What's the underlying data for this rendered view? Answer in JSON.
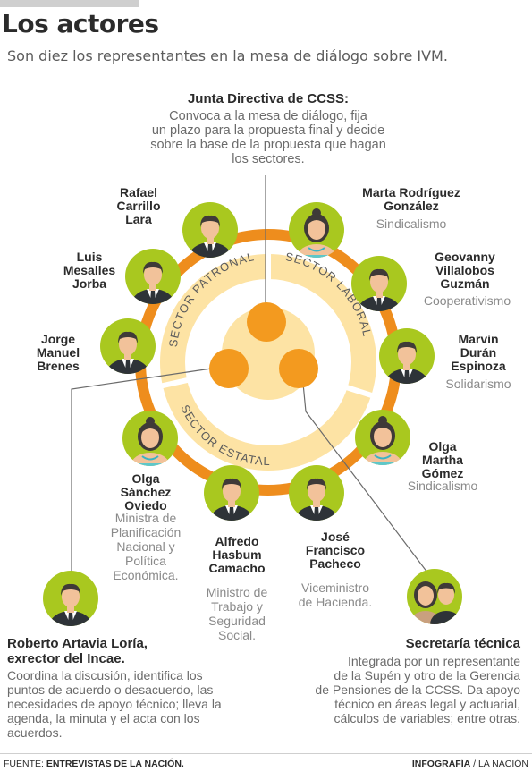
{
  "title": "Los actores",
  "subtitle": "Son diez los representantes en la mesa de diálogo sobre IVM.",
  "colors": {
    "ring_dark": "#ee8d1d",
    "ring_light": "#fde3a4",
    "circle_orange": "#f39a1f",
    "avatar_bg": "#a9c81f",
    "suit": "#2e3338",
    "skin": "#f2c29a",
    "hair": "#3f3a38"
  },
  "junta": {
    "title": "Junta Directiva de CCSS:",
    "text": "Convoca a la mesa de diálogo, fija\nun plazo para la propuesta final y decide\nsobre la base de la propuesta que hagan\nlos sectores."
  },
  "sectors": {
    "patronal": "SECTOR PATRONAL",
    "laboral": "SECTOR LABORAL",
    "estatal": "SECTOR ESTATAL"
  },
  "people": {
    "rafael": {
      "name": "Rafael\nCarrillo\nLara"
    },
    "luis": {
      "name": "Luis\nMesalles\nJorba"
    },
    "jorge": {
      "name": "Jorge\nManuel\nBrenes"
    },
    "marta": {
      "name": "Marta Rodríguez\nGonzález",
      "role": "Sindicalismo"
    },
    "geovanny": {
      "name": "Geovanny\nVillalobos\nGuzmán",
      "role": "Cooperativismo"
    },
    "marvin": {
      "name": "Marvin\nDurán\nEspinoza",
      "role": "Solidarismo"
    },
    "olgam": {
      "name": "Olga\nMartha\nGómez",
      "role": "Sindicalismo"
    },
    "olgas": {
      "name": "Olga\nSánchez\nOviedo",
      "role": "Ministra de\nPlanificación\nNacional y\nPolítica\nEconómica."
    },
    "alfredo": {
      "name": "Alfredo\nHasbum\nCamacho",
      "role": "Ministro de\nTrabajo y\nSeguridad\nSocial."
    },
    "jose": {
      "name": "José\nFrancisco\nPacheco",
      "role": "Viceministro\nde Hacienda."
    }
  },
  "roberto": {
    "title": "Roberto Artavia Loría,\nexrector del Incae.",
    "text": "Coordina la discusión, identifica los\npuntos de acuerdo o desacuerdo, las\nnecesidades de apoyo técnico; lleva la\nagenda, la minuta y el acta con los\nacuerdos."
  },
  "secretaria": {
    "title": "Secretaría técnica",
    "text": "Integrada por un representante\nde la Supén y otro de la Gerencia\nde Pensiones de la CCSS.  Da apoyo\ntécnico en áreas  legal y actuarial,\ncálculos de variables; entre otras."
  },
  "footer": {
    "source_label": "FUENTE:",
    "source": "ENTREVISTAS DE LA NACIÓN.",
    "credit_bold": "INFOGRAFÍA",
    "credit": " / LA NACIÓN"
  }
}
